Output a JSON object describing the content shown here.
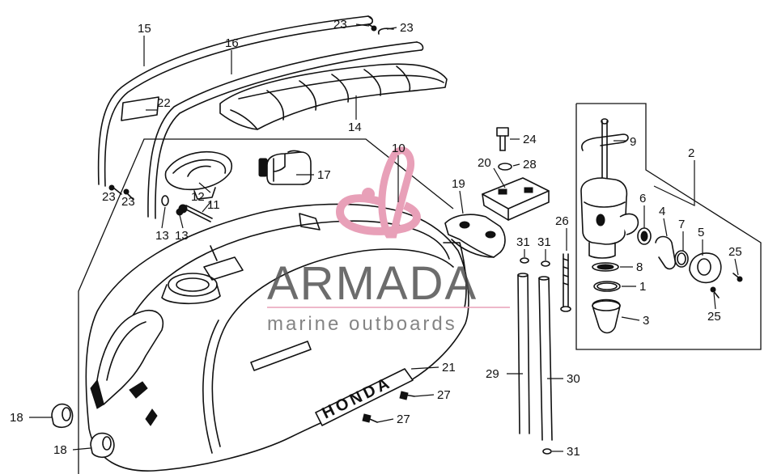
{
  "watermark": {
    "brand": "ARMADA",
    "tagline": "marine outboards",
    "accent_color": "#e8a0b8",
    "line_color": "#e8a0b8"
  },
  "callouts": {
    "p1": "1",
    "p2": "2",
    "p3": "3",
    "p4": "4",
    "p5": "5",
    "p6": "6",
    "p7": "7",
    "p8": "8",
    "p9": "9",
    "p10": "10",
    "p11": "11",
    "p12": "12",
    "p13a": "13",
    "p13b": "13",
    "p14": "14",
    "p15": "15",
    "p16": "16",
    "p17": "17",
    "p18a": "18",
    "p18b": "18",
    "p19": "19",
    "p20": "20",
    "p21": "21",
    "p22": "22",
    "p23a": "23",
    "p23b": "23",
    "p23c": "23",
    "p23d": "23",
    "p24": "24",
    "p25a": "25",
    "p25b": "25",
    "p26": "26",
    "p27a": "27",
    "p27b": "27",
    "p28": "28",
    "p29": "29",
    "p30": "30",
    "p31a": "31",
    "p31b": "31",
    "p31c": "31"
  },
  "decal_text": "HONDA"
}
